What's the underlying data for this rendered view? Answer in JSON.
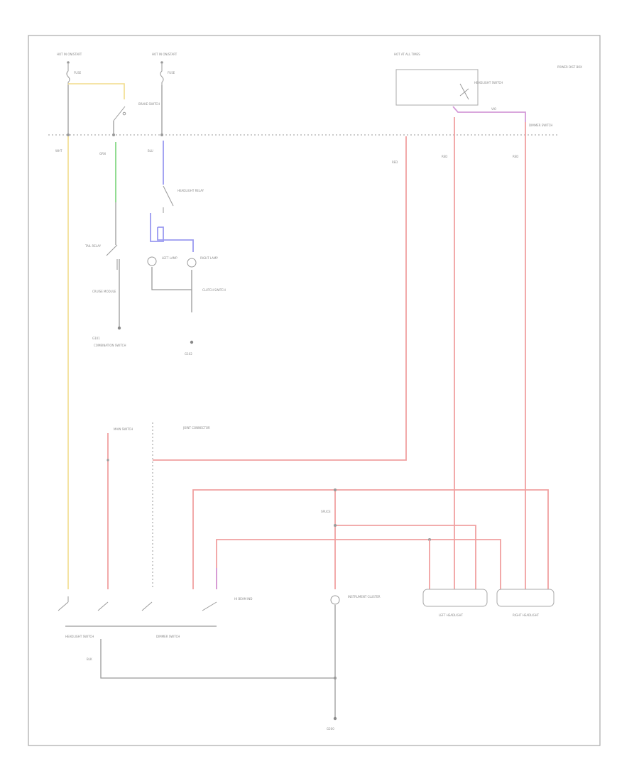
{
  "figure_id": "",
  "labels": {
    "fuse_box_left": "HOT IN ON/START",
    "fuse_box_mid": "HOT IN ON/START",
    "fuse_box_right": "HOT AT ALL TIMES",
    "relay_box_note": "POWER DIST BOX",
    "fuse_left": "FUSE",
    "fuse_mid": "FUSE",
    "brake_switch": "BRAKE SWITCH",
    "tail_relay": "TAIL RELAY",
    "headlight_relay": "HEADLIGHT RELAY",
    "clutch_switch": "CLUTCH SWITCH",
    "dimmer_switch": "DIMMER SWITCH",
    "left_lamp": "LEFT LAMP",
    "right_lamp": "RIGHT LAMP",
    "ground_left": "G101",
    "ground_mid": "G102",
    "ground_bottom": "G200",
    "cruise_module": "CRUISE MODULE",
    "combination_switch": "COMBINATION SWITCH",
    "main_switch": "MAIN SWITCH",
    "headlight_switch": "HEADLIGHT SWITCH",
    "left_headlight": "LEFT HEADLIGHT",
    "right_headlight": "RIGHT HEADLIGHT",
    "hi_beam_indicator": "HI BEAM IND",
    "instrument_cluster": "INSTRUMENT CLUSTER",
    "joint_connector": "JOINT CONNECTOR",
    "splice": "SPLICE",
    "wire_wht": "WHT",
    "wire_red": "RED",
    "wire_grn": "GRN",
    "wire_blu": "BLU",
    "wire_blk": "BLK",
    "wire_vio": "VIO"
  }
}
